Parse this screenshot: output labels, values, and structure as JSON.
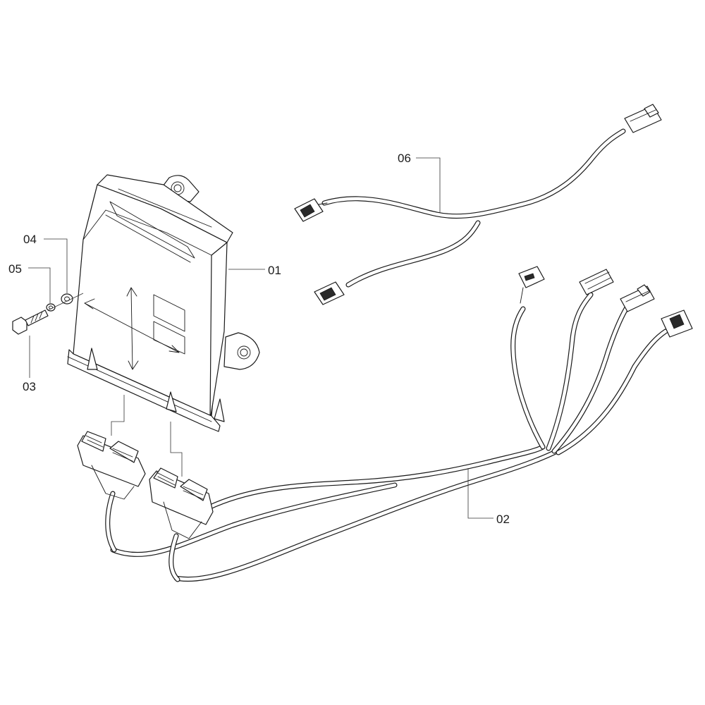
{
  "callouts": {
    "c01": "01",
    "c02": "02",
    "c03": "03",
    "c04": "04",
    "c05": "05",
    "c06": "06"
  }
}
